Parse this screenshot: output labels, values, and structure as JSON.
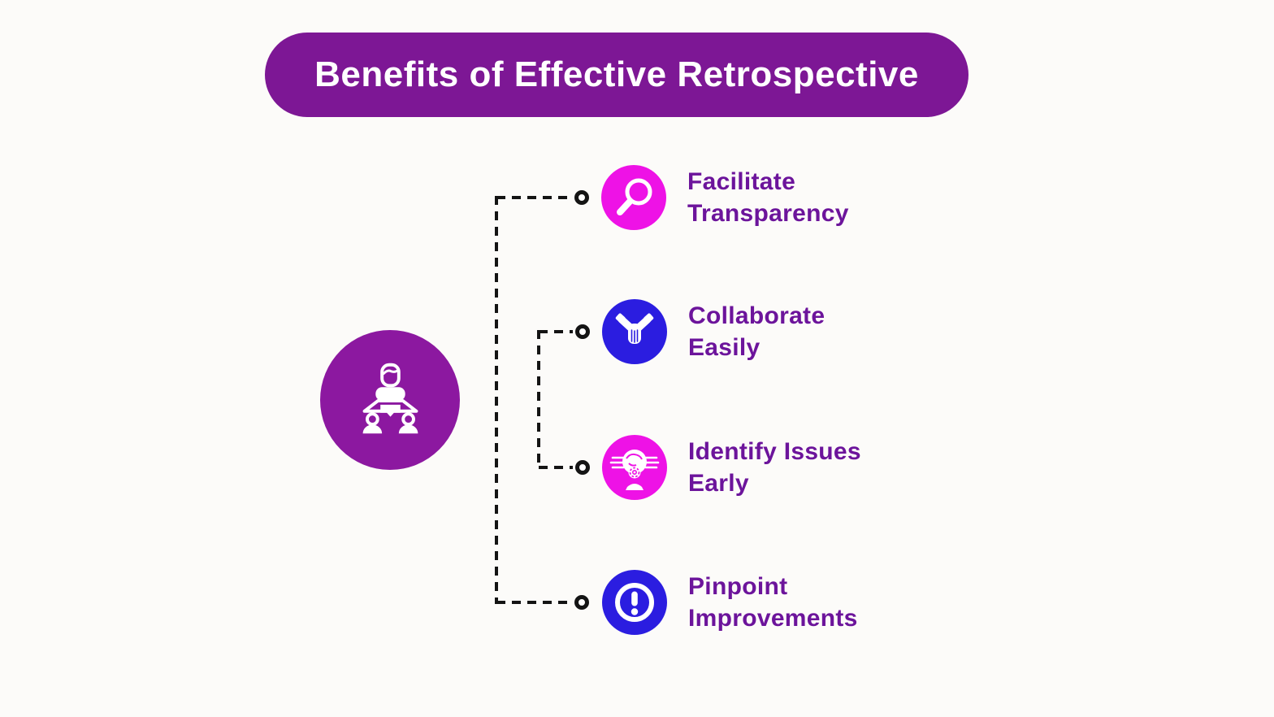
{
  "title": "Benefits of Effective Retrospective",
  "center": {
    "icon": "meeting-discussion-icon"
  },
  "items": [
    {
      "label": "Facilitate\nTransparency",
      "icon": "magnifying-glass-icon",
      "color": "#EE12E6"
    },
    {
      "label": "Collaborate\nEasily",
      "icon": "hands-together-icon",
      "color": "#2B1DE0"
    },
    {
      "label": "Identify Issues\nEarly",
      "icon": "analytical-mind-icon",
      "color": "#EE12E6"
    },
    {
      "label": "Pinpoint\nImprovements",
      "icon": "exclamation-alert-icon",
      "color": "#2B1DE0"
    }
  ],
  "colors": {
    "background": "#FCFBF9",
    "banner": "#7D1795",
    "center_circle": "#8C18A0",
    "item_magenta": "#EE12E6",
    "item_blue": "#2B1DE0",
    "label_text": "#6C149B",
    "title_text": "#FFFFFF",
    "connector": "#141414"
  }
}
